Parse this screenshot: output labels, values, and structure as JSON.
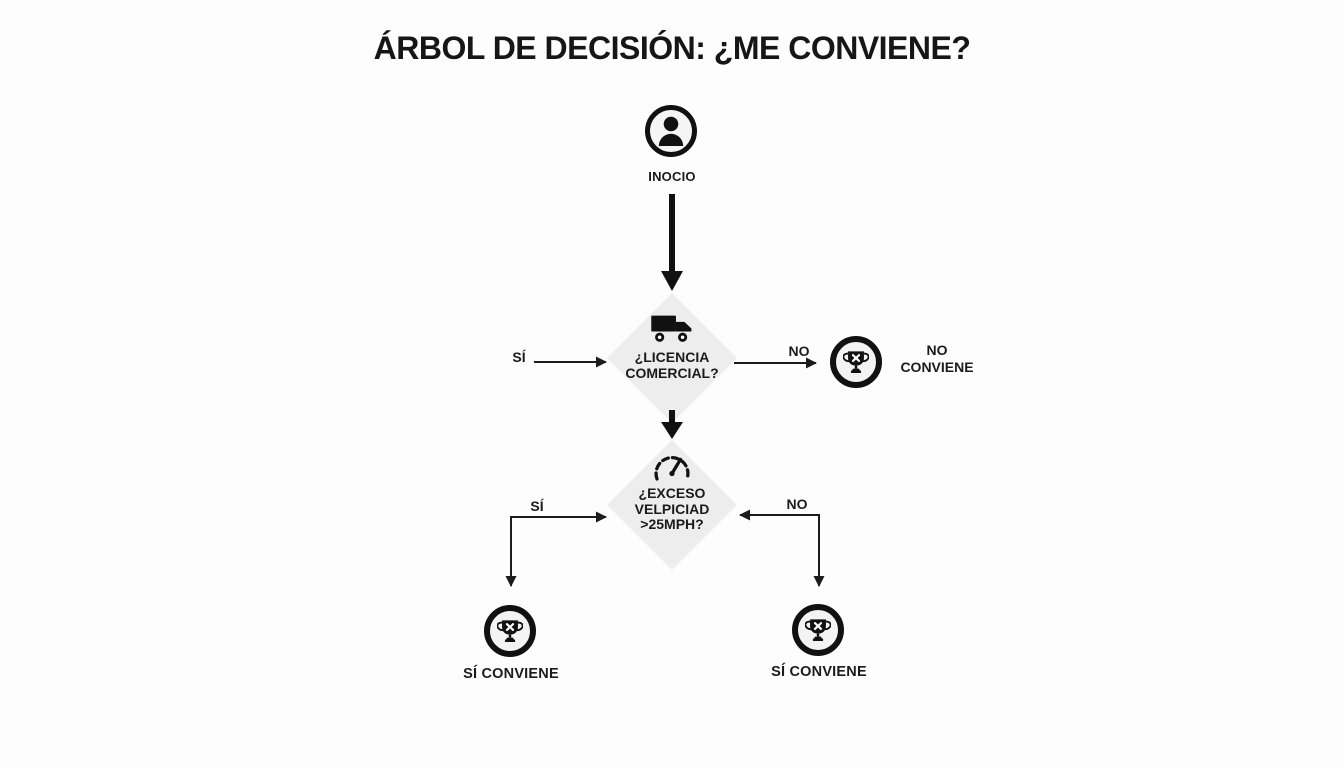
{
  "title": "ÁRBOL DE DECISIÓN: ¿ME CONVIENE?",
  "start": {
    "label": "INOCIO"
  },
  "decision_license": {
    "lines": [
      "¿LICENCIA",
      "COMERCIAL?"
    ],
    "yes_label": "SÍ",
    "no_label": "NO"
  },
  "outcome_no": {
    "label": "NO CONVIENE"
  },
  "decision_speed": {
    "lines": [
      "¿EXCESO",
      "VELPICIAD",
      ">25MPH?"
    ],
    "yes_label": "SÍ",
    "no_label": "NO"
  },
  "outcome_yes_left": {
    "label": "SÍ CONVIENE"
  },
  "outcome_yes_right": {
    "label": "SÍ CONVIENE"
  },
  "icons": {
    "start": "person-icon",
    "decision_license": "truck-icon",
    "decision_speed": "speedometer-icon",
    "outcome": "trophy-x-icon"
  },
  "colors": {
    "background": "#fdfdfd",
    "ink": "#161616",
    "diamond_fill": "#ededed",
    "node_fill": "#f4f4f4",
    "connector": "#1c1c1c"
  }
}
